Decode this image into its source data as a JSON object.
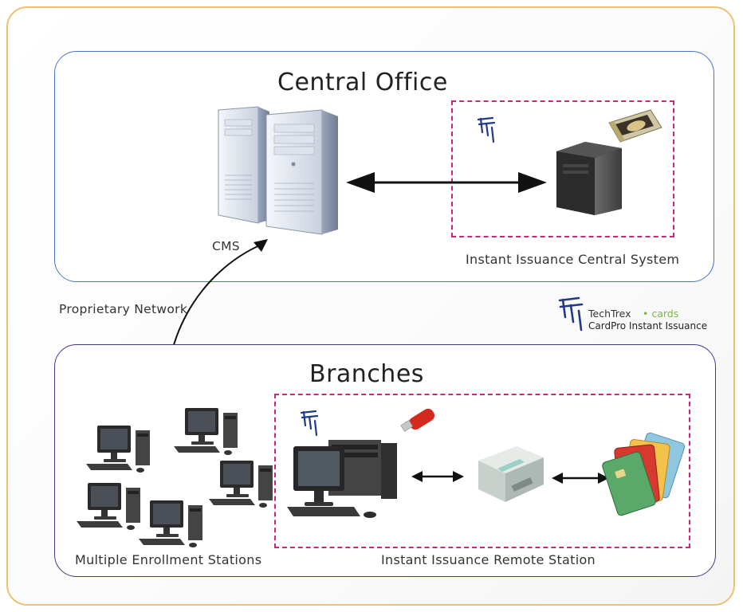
{
  "central_office": {
    "title": "Central Office",
    "server_label": "CMS",
    "system_label": "Instant Issuance Central System"
  },
  "network_label": "Proprietary Network",
  "brand": {
    "name": "TechTrex",
    "tag": "• cards",
    "product": "CardPro Instant Issuance",
    "name_color": "#333333",
    "tag_color": "#7ab83c",
    "product_color": "#222222",
    "logo_color": "#1f3a8a"
  },
  "branches": {
    "title": "Branches",
    "enrollment_label": "Multiple Enrollment Stations",
    "remote_label": "Instant Issuance Remote Station"
  },
  "colors": {
    "outer_border": "#f0c070",
    "central_border": "#4a78c0",
    "branches_border": "#3c3c8c",
    "dashed": "#d0237a"
  }
}
